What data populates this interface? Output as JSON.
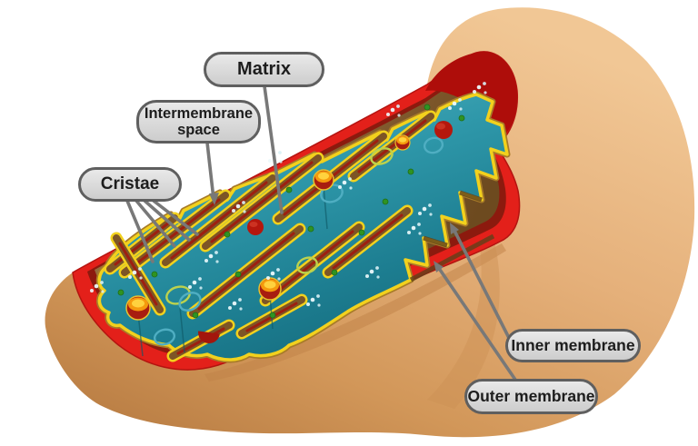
{
  "diagram": {
    "subject": "Mitochondrion cross-section diagram",
    "background": "#ffffff",
    "labels": {
      "matrix": "Matrix",
      "intermembrane_space": "Intermembrane space",
      "cristae": "Cristae",
      "inner_membrane": "Inner membrane",
      "outer_membrane": "Outer membrane"
    },
    "colors": {
      "outer_body_tan": "#e2ab72",
      "outer_membrane_red": "#e3201a",
      "membrane_dark_red": "#8c1a0e",
      "cap_crescent_red": "#ae0d0a",
      "intermembrane_brown": "#8a6134",
      "inner_membrane_yellow": "#f2d11d",
      "matrix_teal": "#2795a8",
      "granule_orange": "#f59a0d",
      "ribosome_green": "#2f9322",
      "label_fill": "#d9d9d9",
      "label_border": "#5f5f5f",
      "leader_line_gray": "#787878"
    }
  }
}
